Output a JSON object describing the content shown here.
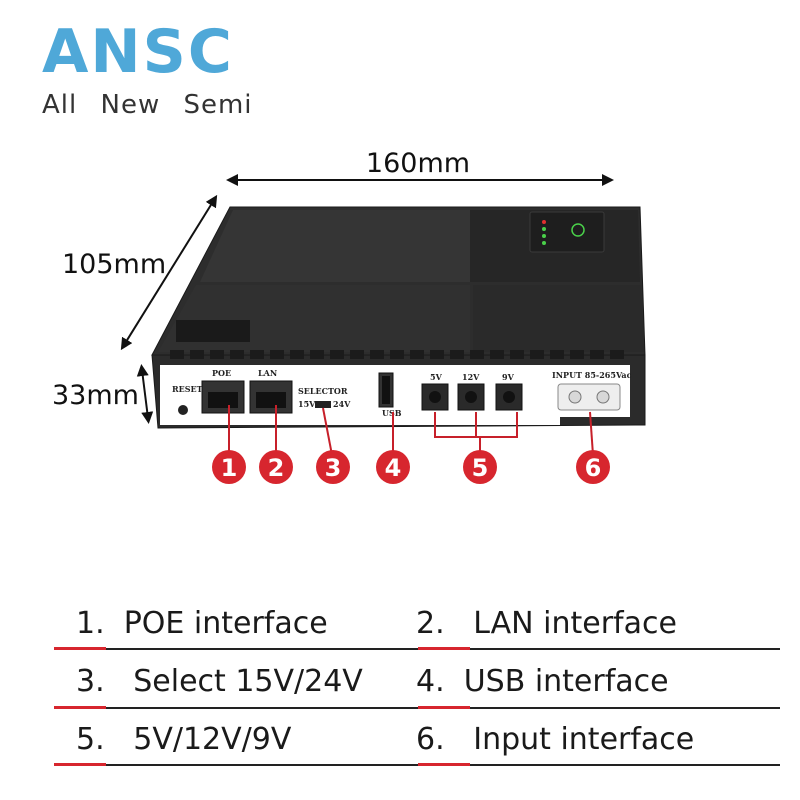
{
  "logo": {
    "mark": "ANSC",
    "subtitle": "All New Semi"
  },
  "dimensions": {
    "width": "160mm",
    "depth": "105mm",
    "height": "33mm"
  },
  "port_labels": {
    "reset": "RESET",
    "poe": "POE",
    "lan": "LAN",
    "selector": "SELECTOR",
    "v15": "15V",
    "v24": "24V",
    "usb": "USB",
    "v5": "5V",
    "v12": "12V",
    "v9": "9V",
    "input": "INPUT 85-265Vac"
  },
  "markers": [
    "1",
    "2",
    "3",
    "4",
    "5",
    "6"
  ],
  "legend": [
    {
      "num": "1.",
      "text": "POE interface"
    },
    {
      "num": "2.",
      "text": "LAN interface"
    },
    {
      "num": "3.",
      "text": "Select 15V/24V"
    },
    {
      "num": "4.",
      "text": "USB interface"
    },
    {
      "num": "5.",
      "text": "5V/12V/9V"
    },
    {
      "num": "6.",
      "text": "Input interface"
    }
  ],
  "colors": {
    "accent": "#d7262e",
    "logo": "#4fa8d8",
    "body": "#2b2b2b"
  }
}
